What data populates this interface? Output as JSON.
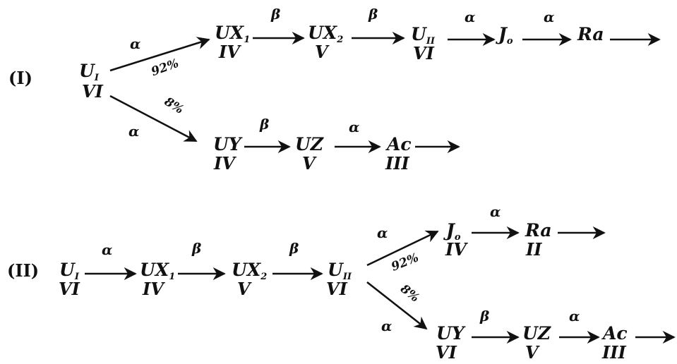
{
  "scheme_I": {
    "label": "(I)",
    "nodes": [
      {
        "id": "i_u1",
        "sym": "U",
        "sub": "I",
        "group": "VI"
      },
      {
        "id": "i_ux1",
        "sym": "UX",
        "sub": "1",
        "group": "IV"
      },
      {
        "id": "i_ux2",
        "sym": "UX",
        "sub": "2",
        "group": "V"
      },
      {
        "id": "i_u2",
        "sym": "U",
        "sub": "II",
        "group": "VI"
      },
      {
        "id": "i_jo",
        "sym": "J",
        "sub": "o",
        "group": ""
      },
      {
        "id": "i_ra",
        "sym": "Ra",
        "sub": "",
        "group": ""
      },
      {
        "id": "i_uy",
        "sym": "UY",
        "sub": "",
        "group": "IV"
      },
      {
        "id": "i_uz",
        "sym": "UZ",
        "sub": "",
        "group": "V"
      },
      {
        "id": "i_ac",
        "sym": "Ac",
        "sub": "",
        "group": "III"
      }
    ],
    "edges": [
      {
        "from": "i_u1",
        "to": "i_ux1",
        "label": "α",
        "percent": "92%"
      },
      {
        "from": "i_u1",
        "to": "i_uy",
        "label": "α",
        "percent": "8%"
      },
      {
        "from": "i_ux1",
        "to": "i_ux2",
        "label": "β"
      },
      {
        "from": "i_ux2",
        "to": "i_u2",
        "label": "β"
      },
      {
        "from": "i_u2",
        "to": "i_jo",
        "label": "α"
      },
      {
        "from": "i_jo",
        "to": "i_ra",
        "label": "α"
      },
      {
        "from": "i_uy",
        "to": "i_uz",
        "label": "β"
      },
      {
        "from": "i_uz",
        "to": "i_ac",
        "label": "α"
      }
    ]
  },
  "scheme_II": {
    "label": "(II)",
    "nodes": [
      {
        "id": "ii_u1",
        "sym": "U",
        "sub": "I",
        "group": "VI"
      },
      {
        "id": "ii_ux1",
        "sym": "UX",
        "sub": "1",
        "group": "IV"
      },
      {
        "id": "ii_ux2",
        "sym": "UX",
        "sub": "2",
        "group": "V"
      },
      {
        "id": "ii_u2",
        "sym": "U",
        "sub": "II",
        "group": "VI"
      },
      {
        "id": "ii_jo",
        "sym": "J",
        "sub": "o",
        "group": "IV"
      },
      {
        "id": "ii_ra",
        "sym": "Ra",
        "sub": "",
        "group": "II"
      },
      {
        "id": "ii_uy",
        "sym": "UY",
        "sub": "",
        "group": "VI"
      },
      {
        "id": "ii_uz",
        "sym": "UZ",
        "sub": "",
        "group": "V"
      },
      {
        "id": "ii_ac",
        "sym": "Ac",
        "sub": "",
        "group": "III"
      }
    ],
    "edges": [
      {
        "from": "ii_u1",
        "to": "ii_ux1",
        "label": "α"
      },
      {
        "from": "ii_ux1",
        "to": "ii_ux2",
        "label": "β"
      },
      {
        "from": "ii_ux2",
        "to": "ii_u2",
        "label": "β"
      },
      {
        "from": "ii_u2",
        "to": "ii_jo",
        "label": "α",
        "percent": "92%"
      },
      {
        "from": "ii_u2",
        "to": "ii_uy",
        "label": "α",
        "percent": "8%"
      },
      {
        "from": "ii_jo",
        "to": "ii_ra",
        "label": "α"
      },
      {
        "from": "ii_uy",
        "to": "ii_uz",
        "label": "β"
      },
      {
        "from": "ii_uz",
        "to": "ii_ac",
        "label": "α"
      }
    ]
  },
  "style": {
    "ink": "#111111",
    "background": "#ffffff"
  }
}
